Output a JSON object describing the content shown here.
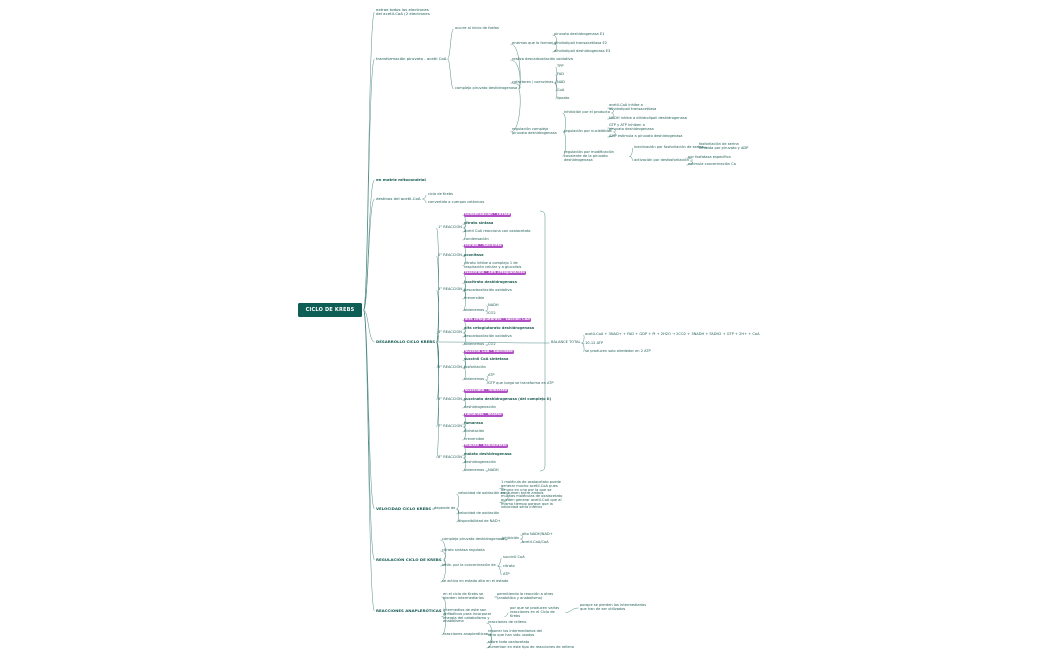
{
  "root": "CICLO DE KREBS",
  "nodes": {
    "b1": "extrae todos los electrones del acetil-CoA (2 electrones",
    "b2": "transformación piruvato - acetil CoA",
    "b2a": "ocurre al inicio de fosfas",
    "b2b": "complejo piruvato deshidrogenasa",
    "b2b1": "enzimas que lo forman",
    "b2b1a": "piruvato deshidrogenasa E1",
    "b2b1b": "dihidrolipoil transacetilasa E2",
    "b2b1c": "dihidrolipoil deshidrogenasa E3",
    "b2b2": "realiza descarboxilación oxidativa",
    "b2b3": "cofactores / coenzimas",
    "b2b3a": "TPP",
    "b2b3b": "FAD",
    "b2b3c": "NAD",
    "b2b3d": "CoA",
    "b2b3e": "lipoato",
    "b2b4": "regulación complejo piruvato deshidrogenasa",
    "b2b4a": "inhibición por el producto",
    "b2b4a1": "acetil-CoA inhibe a dihidrolipoil transacetilasa",
    "b2b4a2": "NADH inhibe a dihidrolipoil deshidrogenasa",
    "b2b4b": "regulación por nucleótidos",
    "b2b4b1": "GTP y ATP inhiben a piruvato deshidrogenasa",
    "b2b4b2": "AMP estimula a piruvato deshidrogenasa",
    "b2b4c": "regulación por modificación covalente de la piruvato deshidrogenasa",
    "b2b4c1": "inactivación por fosforilación de serina",
    "b2b4c1a": "fosforilación de serina inhibida por piruvato y ADP",
    "b2b4c2": "activación por desfosforilación",
    "b2b4c2a": "por fosfatasa específica",
    "b2b4c2b": "estimula concentración Ca",
    "b3": "en matriz mitocondrial",
    "b4": "destinos del acetil-CoA",
    "b4a": "ciclo de Krebs",
    "b4b": "convertido a cuerpos cetónicos",
    "b5": "DESARROLLO CICLO KREBS",
    "s1": "1° REACCIÓN",
    "s1a": "condensación - citrato",
    "s1b": "citrato sintasa",
    "s1c": "acetil CoA reacciona con oxalacetato",
    "s1d": "condensación",
    "s2": "2° REACCIÓN",
    "s2a": "citrato - isocitrato",
    "s2b": "aconitasa",
    "s2c": "citrato inhibe a complejo 1 de respiración celular y a glucolisis",
    "s3": "3° REACCIÓN",
    "s3a": "isocitrato - alfa cetoglutarato",
    "s3b": "isocitrato deshidrogenasa",
    "s3c": "descarboxilación oxidativa",
    "s3d": "irreversible",
    "s3e": "obtenemos",
    "s3e1": "NADH",
    "s3e2": "CO2",
    "s4": "4° REACCIÓN",
    "s4a": "alfa cetoglutarato - succinil CoA",
    "s4b": "alfa cetoglutarato deshidrogenasa",
    "s4c": "descarboxilación oxidativa",
    "s4d": "obtenemos",
    "s4d1": "CO2",
    "s5": "5° REACCIÓN",
    "s5a": "succinil CoA - succinato",
    "s5b": "succinil CoA sintetasa",
    "s5c": "fosforilación",
    "s5d": "obtenemos",
    "s5d1": "ATP",
    "s5d2": "GTP que luego se transforma en ATP",
    "s6": "6° REACCIÓN",
    "s6a": "succinato - fumarato",
    "s6b": "succinato deshidrogenasa (del complejo II)",
    "s6c": "deshidrogenación",
    "s7": "7° REACCIÓN",
    "s7a": "fumarato - malato",
    "s7b": "fumarasa",
    "s7c": "hidratación",
    "s7d": "irreversible",
    "s8": "8° REACCIÓN",
    "s8a": "malato - oxalacetato",
    "s8b": "malato deshidrogenasa",
    "s8c": "deshidrogenación",
    "s8d": "obtenemos",
    "s8d1": "NADH",
    "bal": "BALANCE TOTAL",
    "bal1": "acetil-CoA + 3NAD+ + FAD + GDP + Pi + 2H2O → 2CO2 + 3NADH + FADH2 + GTP + 2H+ + CoA",
    "bal2": "10-12 ATP",
    "bal3": "se producen solo alrededor en 2 ATP",
    "b6": "VELOCIDAD CICLO KREBS",
    "b6a": "depende de",
    "b6a1": "velocidad de oxidación en",
    "b6a1a": "1 molécula de oxalacetato puede generar mucho acetil-CoA pues de uno en uno por la que se consumen entre ambos",
    "b6a1b": "muchas moléculas de oxalacetato pueden generar acetil-CoA que al mismo tiempo porque que la velocidad sería inferior",
    "b6a2": "velocidad de oxidación",
    "b6a3": "disponibilidad de NAD+",
    "b7": "REGULACIÓN CICLO DE KREBS",
    "b7a": "complejo piruvato deshidrogenasa",
    "b7a1": "inhibición",
    "b7a1a": "alto NADH/NAD+",
    "b7a1b": "acetil-CoA/CoA",
    "b7b": "citrato sintasa regulada",
    "b7c": "inhib. por la concentración de",
    "b7c1": "succinil CoA",
    "b7c2": "citrato",
    "b7c3": "ATP",
    "b7d": "se activa en estado alto en el estado",
    "b8": "REACCIONES ANAPLERÓTICAS",
    "b8a": "en el ciclo de Krebs se pierden intermediarios",
    "b8a1": "permitiendo la reacción a otras (anabólica y anabolismo)",
    "b8b": "intermedios de este son anfibólicos para incorporar energía del catabolismo y anabolismo",
    "b8b1": "por que se producen varias reacciones en el Ciclo de Krebs",
    "b8b1a": "porque se pierden los intermediarios que han de ser utilizados",
    "b8c": "reacciones anapleróticas",
    "b8c1": "reacciones de relleno",
    "b8c2": "reponer los intermediarios del ciclo que han sido usados",
    "b8c3": "sobre todo oxalacetato",
    "b8c4": "aumentan en este tipo de reacciones de relleno"
  }
}
